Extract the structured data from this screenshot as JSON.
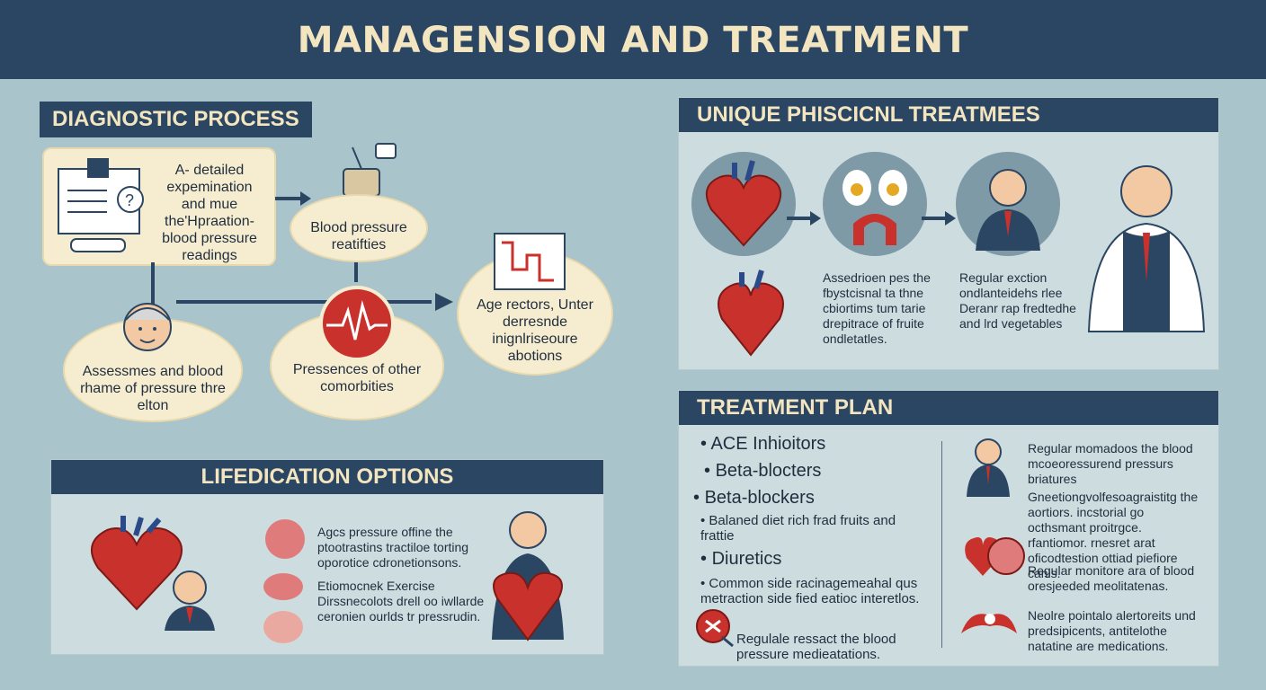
{
  "title": "MANAGENSION AND TREATMENT",
  "diagnostic": {
    "heading": "DIAGNOSTIC PROCESS",
    "exam_text": "A- detailed expemination and mue the'Hpraation- blood pressure readings",
    "bp_text": "Blood pressure reatifties",
    "assess_text": "Assessmes and blood rhame of pressure thre elton",
    "presence_text": "Pressences of other comorbities",
    "age_text": "Age rectors, Unter derresnde inignlriseoure abotions"
  },
  "unique": {
    "heading": "UNIQUE PHISCICNL TREATMEES",
    "text1": "Assedrioen pes the fbystcisnal ta thne cbiortims tum tarie drepitrace of fruite ondletatles.",
    "text2": "Regular exction ondlanteidehs rlee Deranr rap fredtedhe and lrd vegetables"
  },
  "lifed": {
    "heading": "LIFEDICATION OPTIONS",
    "item1": "Agcs pressure offine the ptootrastins tractiloe torting oporotice cdronetionsons.",
    "item2": "Etiomocnek Exercise Dirssnecolots drell oo iwllarde ceronien ourlds tr pressrudin."
  },
  "plan": {
    "heading": "TREATMENT PLAN",
    "bullets": [
      "ACE Inhioitors",
      "Beta-blocters",
      "Beta-blockers",
      "Balaned diet rich frad fruits and frattie",
      "Diuretics",
      "Common side racinagemeahal qus metraction side fied eatioc interetlos.",
      "Regulale ressact the blood pressure medieatations."
    ],
    "right": [
      "Regular momadoos the blood mcoeoressurend pressurs briatures",
      "Gneetiongvolfesoagraistitg the aortiors. incstorial go octhsmant proitrgce. rfantiomor. rnesret arat oficodtestion ottiad piefiore canis.",
      "Regular monitore ara of blood oresjeeded meolitatenas.",
      "Neolre pointalo alertoreits und predsipicents, antitelothe natatine are medications."
    ]
  }
}
